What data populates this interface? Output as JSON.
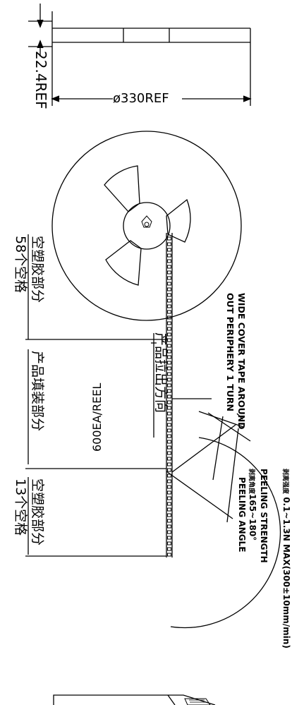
{
  "dimensions": {
    "thickness": "22.4REF",
    "diameter": "ø330REF"
  },
  "sections": {
    "leader_empty": "空塑胶部分",
    "leader_count": "58个空格",
    "filled_product": "产品填装部分",
    "quantity": "600EA/REEL",
    "trailer_empty": "空塑胶部分",
    "trailer_count": "13个空格"
  },
  "pull_direction": "产品拉出方向",
  "cover_tape_note": {
    "line1": "WIDE COVER TAPE AROUND",
    "line2": "OUT PERIPHERY 1 TURN"
  },
  "peeling": {
    "strength_prefix": "剥离强度",
    "strength_value": "0.1~1.3N MAX(300±10mm/min)",
    "strength_label": "PEELING STRENGTH",
    "angle_prefix": "剥离角度",
    "angle_value": "165~180°",
    "angle_label": "PEELING ANGLE"
  }
}
